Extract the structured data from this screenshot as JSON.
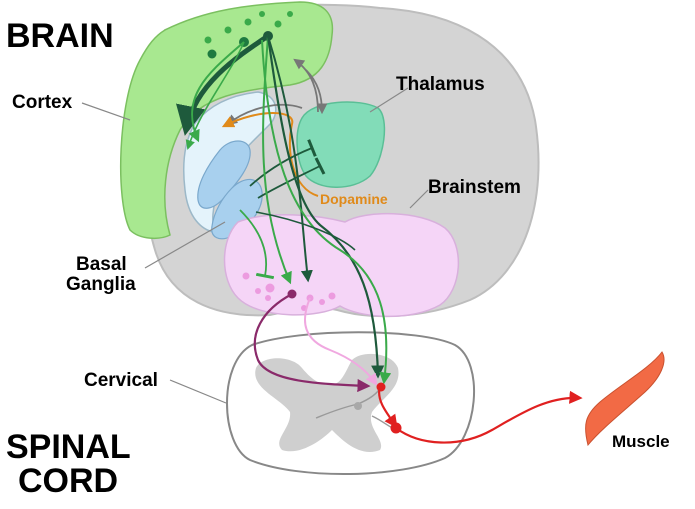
{
  "labels": {
    "brain": "BRAIN",
    "cortex": "Cortex",
    "thalamus": "Thalamus",
    "brainstem": "Brainstem",
    "dopamine": "Dopamine",
    "basal_ganglia_line1": "Basal",
    "basal_ganglia_line2": "Ganglia",
    "cervical": "Cervical",
    "spinal_line1": "SPINAL",
    "spinal_line2": "CORD",
    "muscle": "Muscle"
  },
  "colors": {
    "brain_gray": "#d4d4d4",
    "cortex_green": "#a8e890",
    "thalamus_teal": "#82dcb8",
    "basal_ganglia_blue": "#a8d0ee",
    "brainstem_pink": "#f5d5f7",
    "dopamine_orange": "#e08a1a",
    "dark_green_path": "#1e5a3c",
    "green_path": "#3aaa4a",
    "purple_path": "#8a2a6a",
    "pink_path": "#f0a8e0",
    "red_path": "#e02020",
    "muscle_orange": "#f26a45"
  }
}
